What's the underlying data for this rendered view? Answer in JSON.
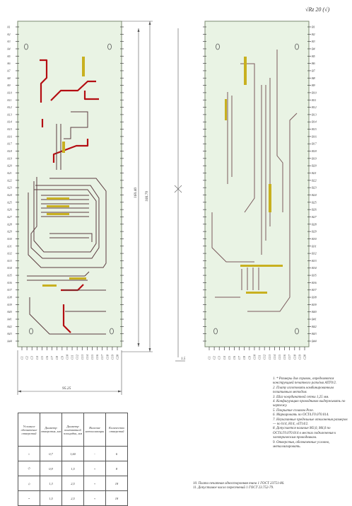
{
  "roughness_mark": "√Rz 20 (√)",
  "dimensions": {
    "board_width": "95.25",
    "board_height_inner": "160.40",
    "board_height_outer": "166.70",
    "thickness": "1.5"
  },
  "table": {
    "headers": [
      "Условное обозначение отверстий",
      "Диаметр отверстия, мм",
      "Диаметр контактной площадки, мм",
      "Наличие металлизации",
      "Количество отверстий"
    ],
    "rows": [
      [
        "○",
        "0,7",
        "1,60",
        "-",
        "6"
      ],
      [
        "◇",
        "0,9",
        "1,5",
        "+",
        "8"
      ],
      [
        "⬦",
        "1,3",
        "2,5",
        "+",
        "18"
      ],
      [
        "•",
        "1,5",
        "2,5",
        "+",
        "18"
      ]
    ]
  },
  "notes": [
    "1. * Размеры для справок, определяются конструкцией печатного разъёма АП70/2.",
    "2. Плату изготовить комбинированным позитивным методом.",
    "3. Шаг координатной сетки 1,25 мм.",
    "4. Конфигурацию проводников выдерживать по чертежу.",
    "5. Покрытие сплавом Розе.",
    "6. Маркировать по ОСТ4.Г0.070.014.",
    "7. Неуказанные предельные отклонения размеров — по h14, H14, ±IT14/2.",
    "8. Допускается наличие М3,0, М4,0 по ОСТ4.Г0.070.014 в местах подключения к электрическим проводникам.",
    "9. Отверстия, обозначенные условно, металлизировать."
  ],
  "footnotes": [
    "10. Плата печатная односторонняя типа 1 ГОСТ 23751-86.",
    "11. Допустимое число пересечений 1 ГОСТ 23.752-79."
  ],
  "colors": {
    "board": "#e9f3e4",
    "trace_red": "#b40d12",
    "trace_dark": "#5a3b3f",
    "trace_thin": "#7a5a5c",
    "pad": "#c8b020",
    "frame": "#555555"
  },
  "left_pins": [
    "A1",
    "A2",
    "A3",
    "A4",
    "A5",
    "A6",
    "A7",
    "A8",
    "A9",
    "A10",
    "A11",
    "A12",
    "A13",
    "A14",
    "A15",
    "A16",
    "A17",
    "A18",
    "A19",
    "A20",
    "A21",
    "A22",
    "A23",
    "A24",
    "A25",
    "A26",
    "A27",
    "A28",
    "A29",
    "A30",
    "A31",
    "A32",
    "A33",
    "A34",
    "A35",
    "A36",
    "A37",
    "A38",
    "A39",
    "A40",
    "A41",
    "A42",
    "A43",
    "A44"
  ],
  "right_pins": [
    "B1",
    "B2",
    "B3",
    "B4",
    "B5",
    "B6",
    "B7",
    "B8",
    "B9",
    "B10",
    "B11",
    "B12",
    "B13",
    "B14",
    "B15",
    "B16",
    "B17",
    "B18",
    "B19",
    "B20",
    "B21",
    "B22",
    "B23",
    "B24",
    "B25",
    "B26",
    "B27",
    "B28",
    "B29",
    "B30",
    "B31",
    "B32",
    "B33",
    "B34",
    "B35",
    "B36",
    "B37",
    "B38",
    "B39",
    "B40",
    "B41",
    "B42",
    "B43",
    "B44"
  ],
  "bottom_pins": [
    "C1",
    "C2",
    "C3",
    "C4",
    "C5",
    "C6",
    "C7",
    "C8",
    "C9",
    "C10",
    "C11",
    "C12",
    "C13",
    "C14",
    "C15",
    "C16",
    "C17",
    "C18",
    "C19",
    "C20"
  ]
}
